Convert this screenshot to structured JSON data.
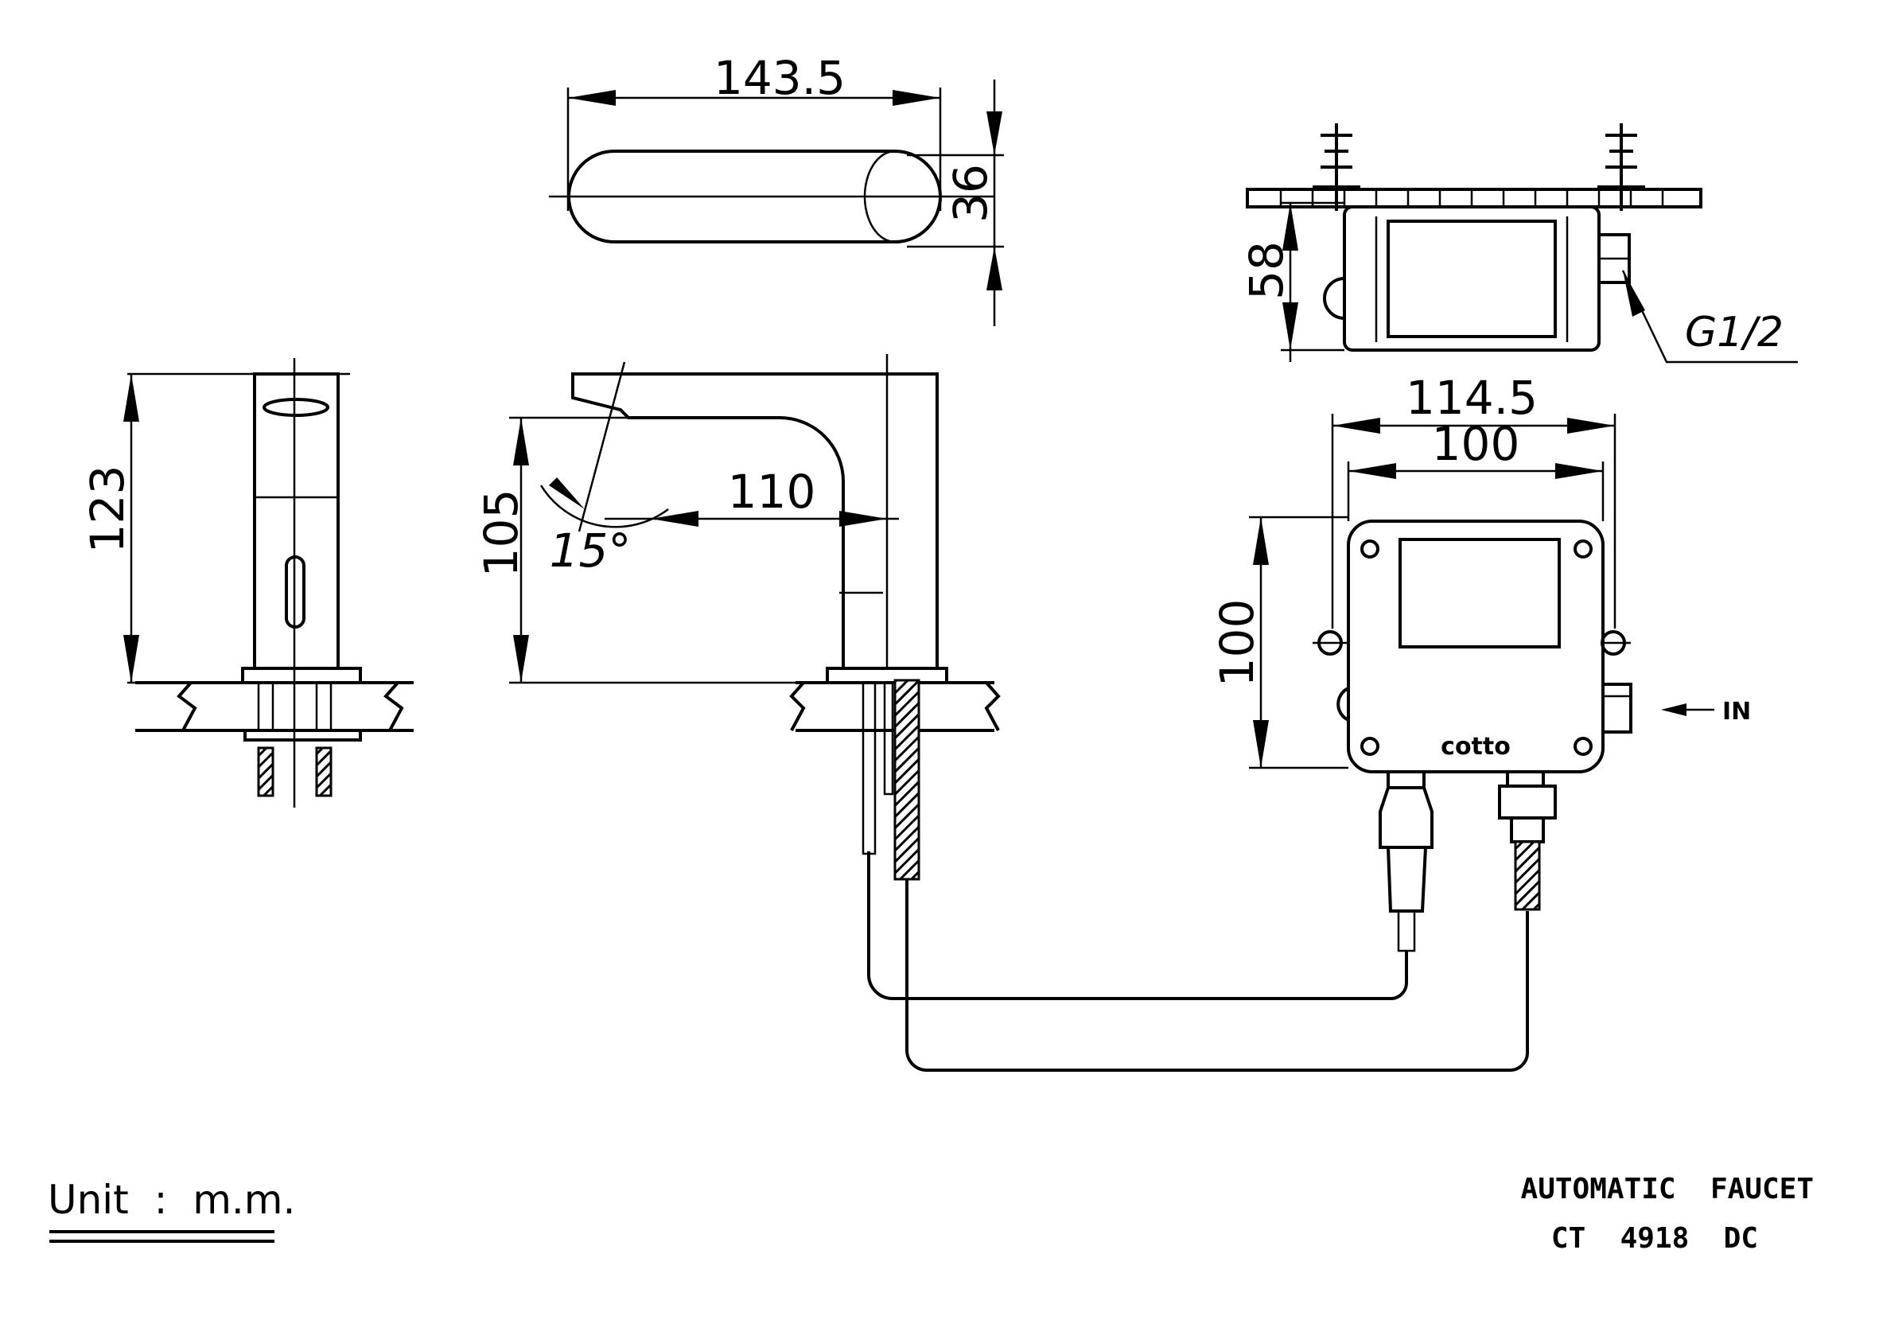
{
  "dimensions": {
    "top_length": "143.5",
    "top_width": "36",
    "side_height": "123",
    "spout_height": "105",
    "spout_reach": "110",
    "angle": "15°",
    "box_depth": "58",
    "thread": "G1/2",
    "box_outer_width": "114.5",
    "box_inner_width": "100",
    "box_height": "100"
  },
  "labels": {
    "inlet": "IN",
    "brand": "cotto"
  },
  "footer": {
    "unit": "Unit  :  m.m.",
    "product_name": "AUTOMATIC  FAUCET",
    "model": "CT  4918  DC"
  }
}
